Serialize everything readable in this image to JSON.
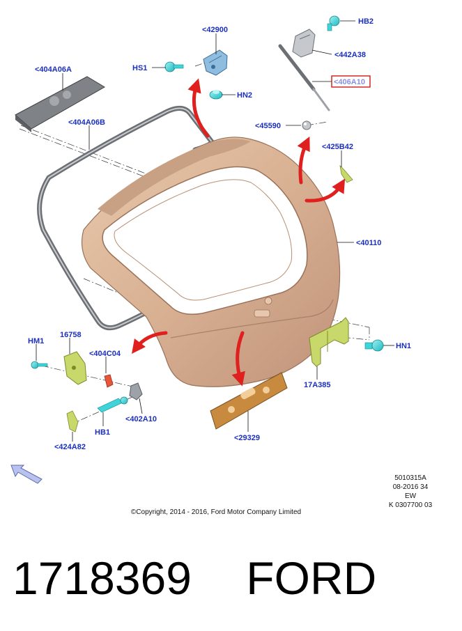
{
  "callouts": {
    "c42900": "<42900",
    "hb2": "HB2",
    "hs1": "HS1",
    "c442a38": "<442A38",
    "c404a06a": "<404A06A",
    "hn2": "HN2",
    "c406a10": "<406A10",
    "c404a06b": "<404A06B",
    "c45590": "<45590",
    "c425b42": "<425B42",
    "c40110": "<40110",
    "hm1": "HM1",
    "p16758": "16758",
    "c404c04": "<404C04",
    "hn1": "HN1",
    "p17a385": "17A385",
    "hb1": "HB1",
    "c402a10": "<402A10",
    "c424a82": "<424A82",
    "c29329": "<29329"
  },
  "meta": {
    "line1": "5010315A",
    "line2": "08-2016 34",
    "line3": "EW",
    "line4": "K 0307700 03"
  },
  "copyright": "©Copyright, 2014 - 2016, Ford Motor Company Limited",
  "part": {
    "number": "1718369",
    "brand": "FORD"
  },
  "colors": {
    "callout_text": "#1a2fbf",
    "highlight_box": "#d21818",
    "arrow_red": "#e0201e",
    "liftgate_tan": "#d9b394",
    "fastener_cyan": "#3fd4d8",
    "hinge_grey": "#a9b3bf",
    "bracket_green": "#c9d86a",
    "plate_orange": "#c78a3e"
  }
}
